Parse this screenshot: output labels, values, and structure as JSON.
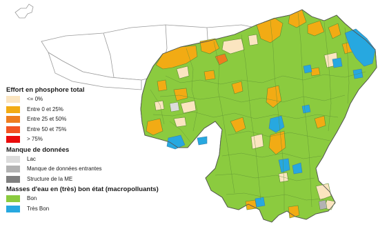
{
  "colors": {
    "outline": "#a9a9a9",
    "region_border": "#777777",
    "unit_border": "#4f7d2c",
    "background": "#ffffff"
  },
  "legend": [
    {
      "title": "Effort en phosphore total",
      "items": [
        {
          "label": "<= 0%",
          "color": "#fbe5c0"
        },
        {
          "label": "Entre 0 et 25%",
          "color": "#f2ab14"
        },
        {
          "label": "Entre 25 et 50%",
          "color": "#ee7d1f"
        },
        {
          "label": "Entre 50 et 75%",
          "color": "#f25322"
        },
        {
          "label": "> 75%",
          "color": "#ea0b0b"
        }
      ]
    },
    {
      "title": "Manque de données",
      "items": [
        {
          "label": "Lac",
          "color": "#dcdcdc"
        },
        {
          "label": "Manque de données entrantes",
          "color": "#b2b2b2"
        },
        {
          "label": "Structure de la ME",
          "color": "#7f7f7f"
        }
      ]
    },
    {
      "title": "Masses d'eau en (très) bon état (macropolluants)",
      "items": [
        {
          "label": "Bon",
          "color": "#8bcb3f"
        },
        {
          "label": "Très Bon",
          "color": "#27a8e0"
        }
      ]
    }
  ],
  "map_fill": {
    "good": "#8bcb3f",
    "very_good": "#27a8e0",
    "effort_low": "#fbe5c0",
    "effort_0_25": "#f2ab14",
    "effort_25_50": "#ee7d1f",
    "lake": "#dcdcdc",
    "missing_input": "#b2b2b2"
  }
}
